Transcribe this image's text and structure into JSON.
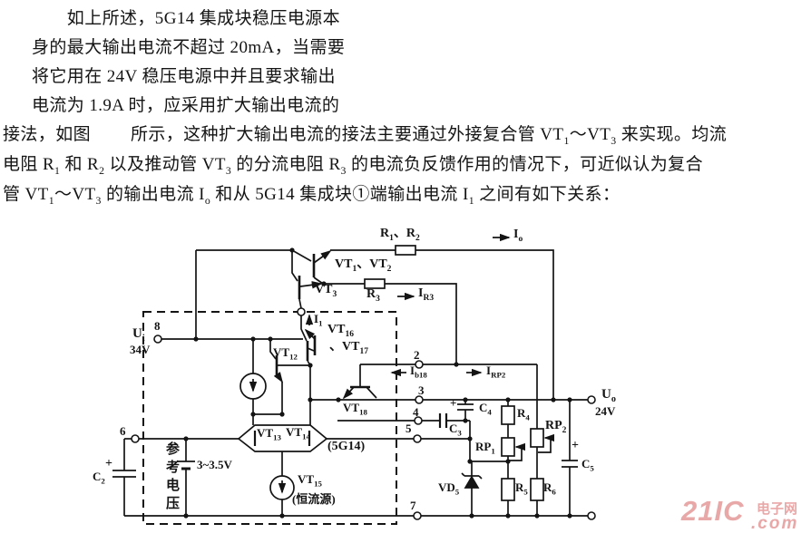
{
  "page": {
    "bg": "#ffffff",
    "ink": "#141414"
  },
  "paragraph": {
    "lines": [
      "　　如上所述，5G14 集成块稳压电源本",
      "身的最大输出电流不超过 20mA，当需要",
      "将它用在 24V 稳压电源中并且要求输出",
      "电流为 1.9A 时，应采用扩大输出电流的",
      "接法，如图 　　所示，这种扩大输出电流的接法主要通过外接复合管 VT_{1}～VT_{3} 来实现。均流",
      "电阻 R_{1} 和 R_{2} 以及推动管 VT_{3} 的分流电阻 R_{3} 的电流负反馈作用的情况下，可近似认为复合",
      "管 VT_{1}～VT_{3} 的输出电流 I_{o} 和从 5G14 集成块①端输出电流 I_{1} 之间有如下关系："
    ]
  },
  "figure": {
    "labels": {
      "ui": "U_{i}",
      "pin8": "8",
      "vin": "34V",
      "r1r2": "R_{1}、R_{2}",
      "io": "I_{o}",
      "vt1vt2": "VT_{1}、VT_{2}",
      "vt3": "VT_{3}",
      "r3": "R_{3}",
      "ir3": "I_{R3}",
      "i1": "I_{1}",
      "vt16": "VT_{16}",
      "vt17": "、VT_{17}",
      "vt12": "VT_{12}",
      "pin2": "2",
      "ib18": "I_{b18}",
      "irp2": "I_{RP2}",
      "pin3": "3",
      "pin4": "4",
      "pin5": "5",
      "pin6": "6",
      "pin7": "7",
      "vt18": "VT_{18}",
      "c3": "C_{3}",
      "c4": "C_{4}",
      "c4_plus": "+",
      "r4": "R_{4}",
      "rp1": "RP_{1}",
      "rp2": "RP_{2}",
      "vd5": "VD_{5}",
      "r5": "R_{5}",
      "r6": "R_{6}",
      "c5": "C_{5}",
      "c5_plus": "+",
      "uo": "U_{o}",
      "vout": "24V",
      "c2": "C_{2}",
      "c2_plus": "+",
      "ref": "参考电压",
      "batt": "3~3.5V",
      "vt13": "VT_{13}",
      "vt14": "VT_{14}",
      "vt15": "VT_{15}",
      "vt15_note": "(恒流源)",
      "ic": "(5G14)"
    }
  },
  "watermark": {
    "brand": "21IC",
    "suffix": "电子网",
    "domain": ".com",
    "color": "#e9a8a8"
  }
}
